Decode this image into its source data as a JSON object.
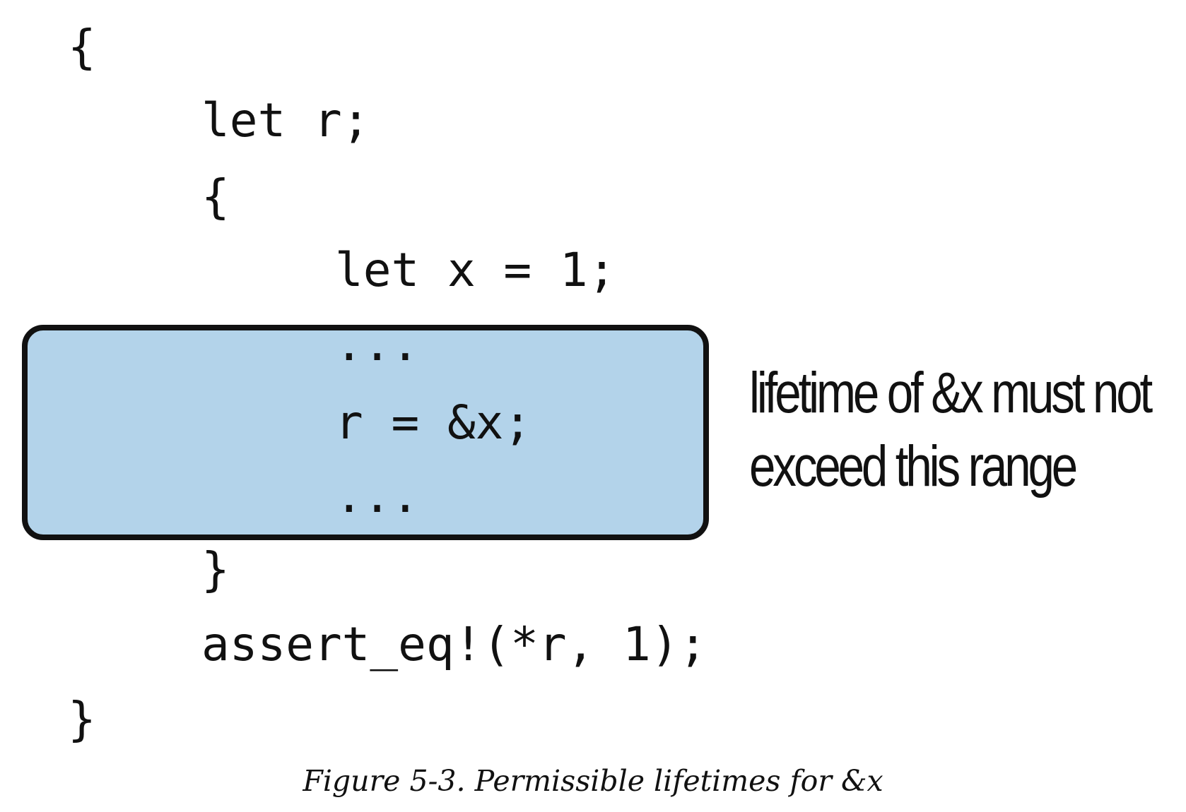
{
  "code": {
    "line1": "{",
    "line2": "let r;",
    "line3": "{",
    "line4": "let x = 1;",
    "line5": "...",
    "line6": "r = &x;",
    "line7": "...",
    "line8": "}",
    "line9": "assert_eq!(*r, 1);",
    "line10": "}"
  },
  "annotation": {
    "line1": "lifetime of &x must not",
    "line2": "exceed this range"
  },
  "caption": "Figure 5-3. Permissible lifetimes for &x",
  "colors": {
    "box_fill": "#b3d3ea",
    "box_border": "#111111",
    "text": "#111111"
  }
}
